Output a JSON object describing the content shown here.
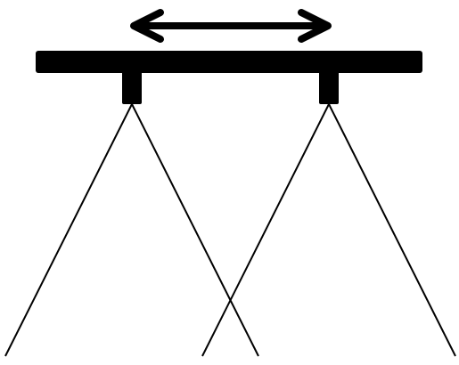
{
  "diagram": {
    "colors": {
      "background": "#ffffff",
      "ink": "#000000"
    },
    "elements": {
      "motion_arrow_icon": "double-headed-arrow",
      "rail": "horizontal-bar",
      "sensor_left": "small-block",
      "sensor_right": "small-block"
    }
  }
}
